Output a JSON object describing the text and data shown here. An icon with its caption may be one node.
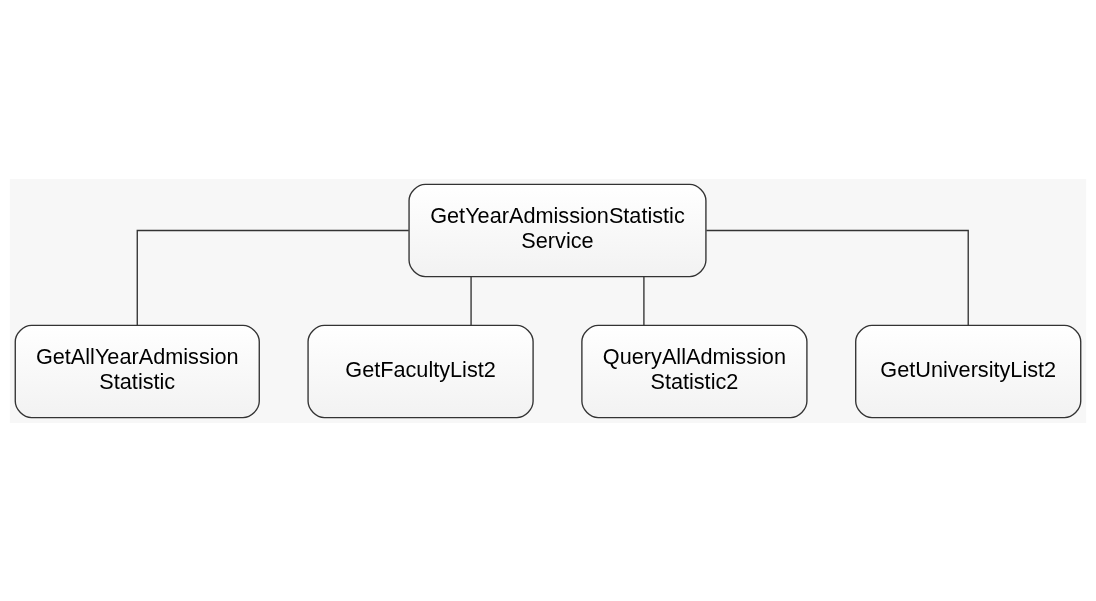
{
  "diagram": {
    "nodes": [
      {
        "text": [
          "GetYearAdmissionStatistic Service"
        ]
      },
      {
        "text": [
          "GetAllYearAdmission Statistic"
        ]
      },
      {
        "text": [
          "GetFacultyList2"
        ]
      },
      {
        "text": [
          "QueryAllAdmission Statistic2"
        ]
      },
      {
        "text": [
          "GetUniversityList2"
        ]
      }
    ],
    "edges": [
      {
        "from": 0,
        "to": 1,
        "arrow": "none"
      },
      {
        "from": 0,
        "to": 2,
        "arrow": "none"
      },
      {
        "from": 0,
        "to": 3,
        "arrow": "none"
      },
      {
        "from": 0,
        "to": 4,
        "arrow": "none"
      }
    ]
  }
}
